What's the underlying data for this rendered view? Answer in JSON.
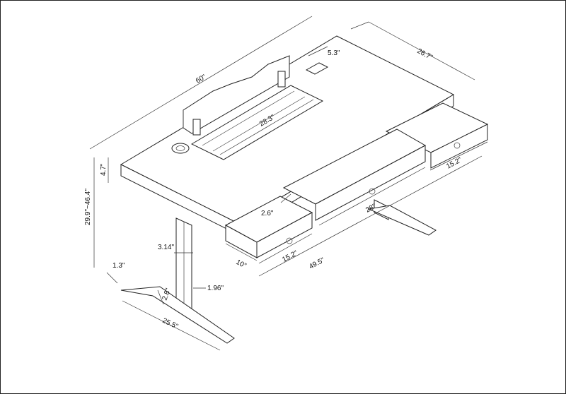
{
  "diagram": {
    "dimensions": {
      "desk_width": "60\"",
      "desk_depth": "26.7\"",
      "cutout_depth": "5.3\"",
      "cable_tray_width": "28.3\"",
      "top_thickness": "4.7\"",
      "height_range": "29.9\"~46.4\"",
      "drawer_height": "2.6\"",
      "center_drawer_width": "28\"",
      "right_drawer_width": "15.2\"",
      "left_drawer_width": "15.2\"",
      "left_drawer_depth": "10\"",
      "leg_width": "3.14\"",
      "leg_depth": "1.96\"",
      "foot_height": "1.3\"",
      "foot_width": "2.8\"",
      "base_depth": "25.5\"",
      "frame_width": "49.5\""
    }
  }
}
